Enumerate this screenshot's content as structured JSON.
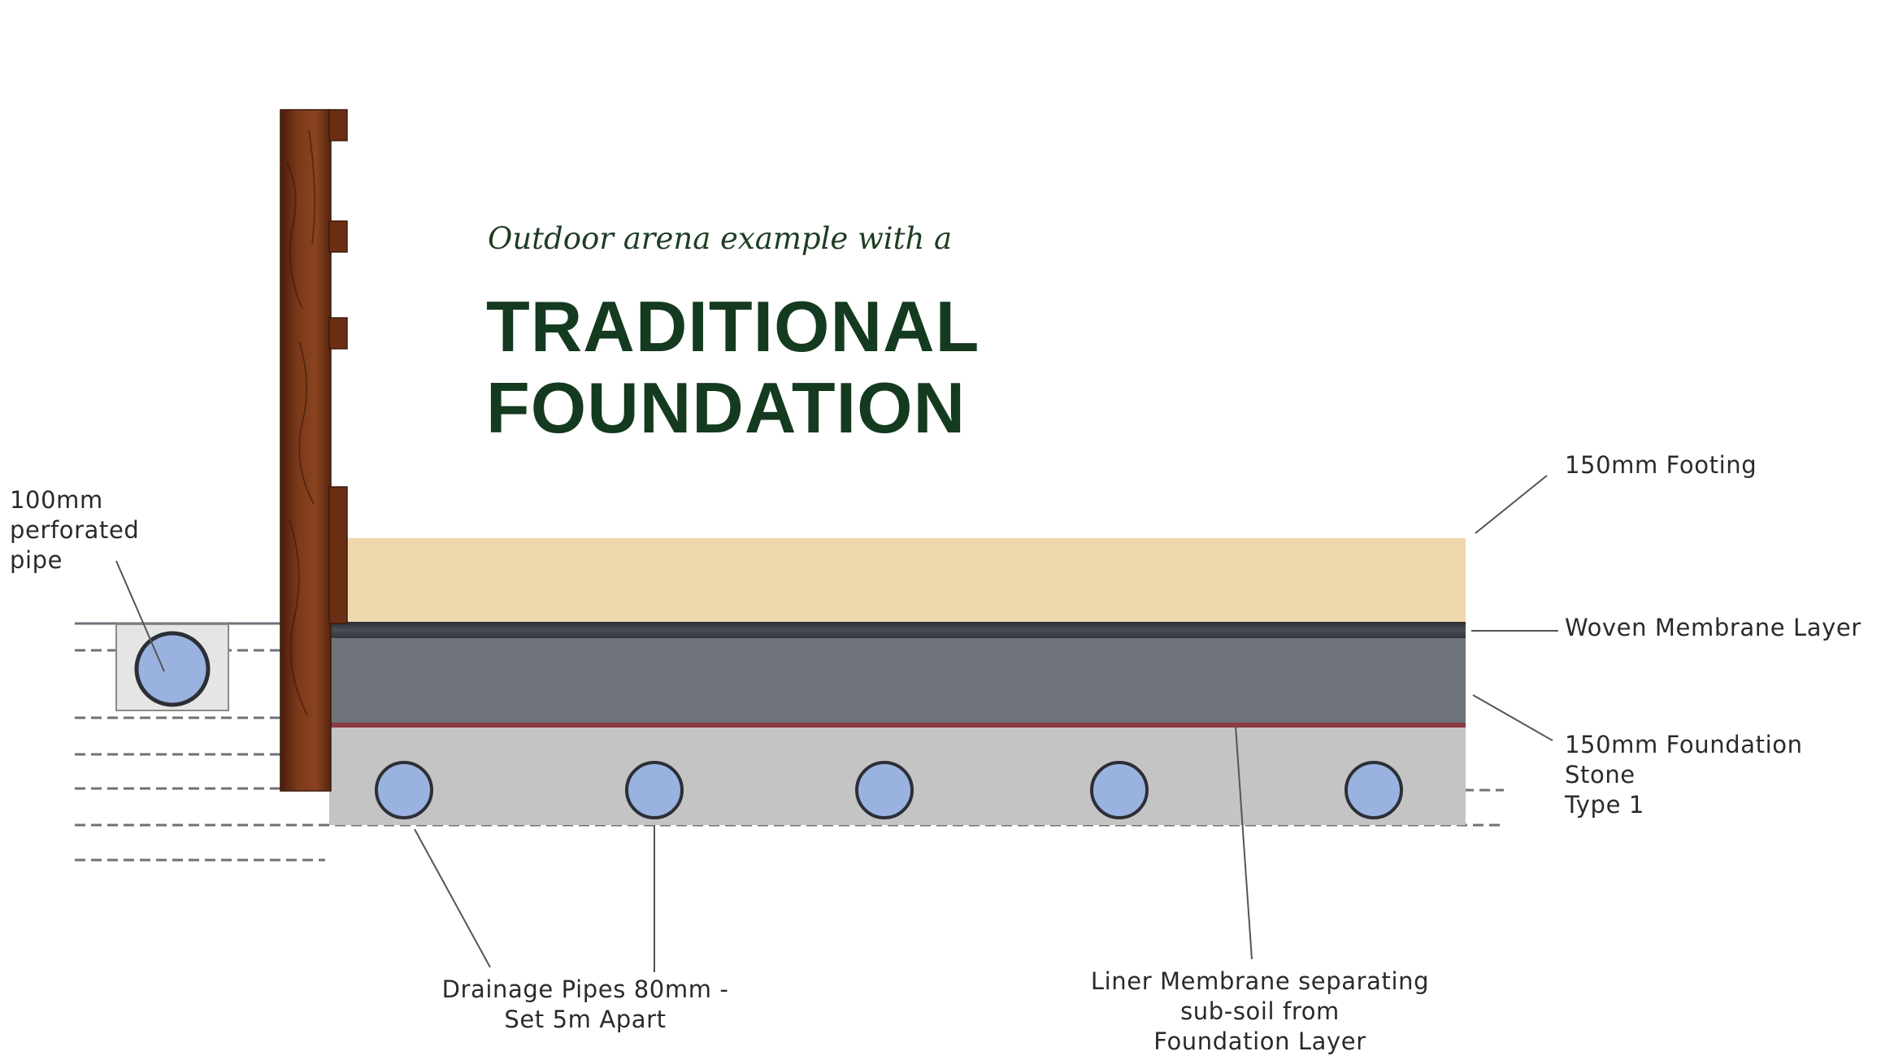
{
  "header": {
    "subtitle": "Outdoor arena example with a",
    "title_line1": "TRADITIONAL",
    "title_line2": "FOUNDATION"
  },
  "labels": {
    "footing": "150mm Footing",
    "woven_membrane": "Woven Membrane Layer",
    "foundation_stone": "150mm Foundation Stone\nType 1",
    "perforated_pipe": "100mm\nperforated\npipe",
    "drainage_pipes": "Drainage Pipes 80mm -\nSet 5m Apart",
    "liner_membrane": "Liner Membrane separating\nsub-soil from\nFoundation Layer"
  },
  "colors": {
    "footing": "#EFD8AE",
    "woven_membrane": "#3B3E45",
    "foundation_stone": "#6F737A",
    "liner_membrane": "#8C3A44",
    "subsoil": "#C4C4C4",
    "pipe_fill": "#9AB2E0",
    "pipe_stroke": "#2C2F36",
    "wood": "#6A2E14",
    "title": "#143A1F"
  },
  "drainage_pipe_count": 5
}
